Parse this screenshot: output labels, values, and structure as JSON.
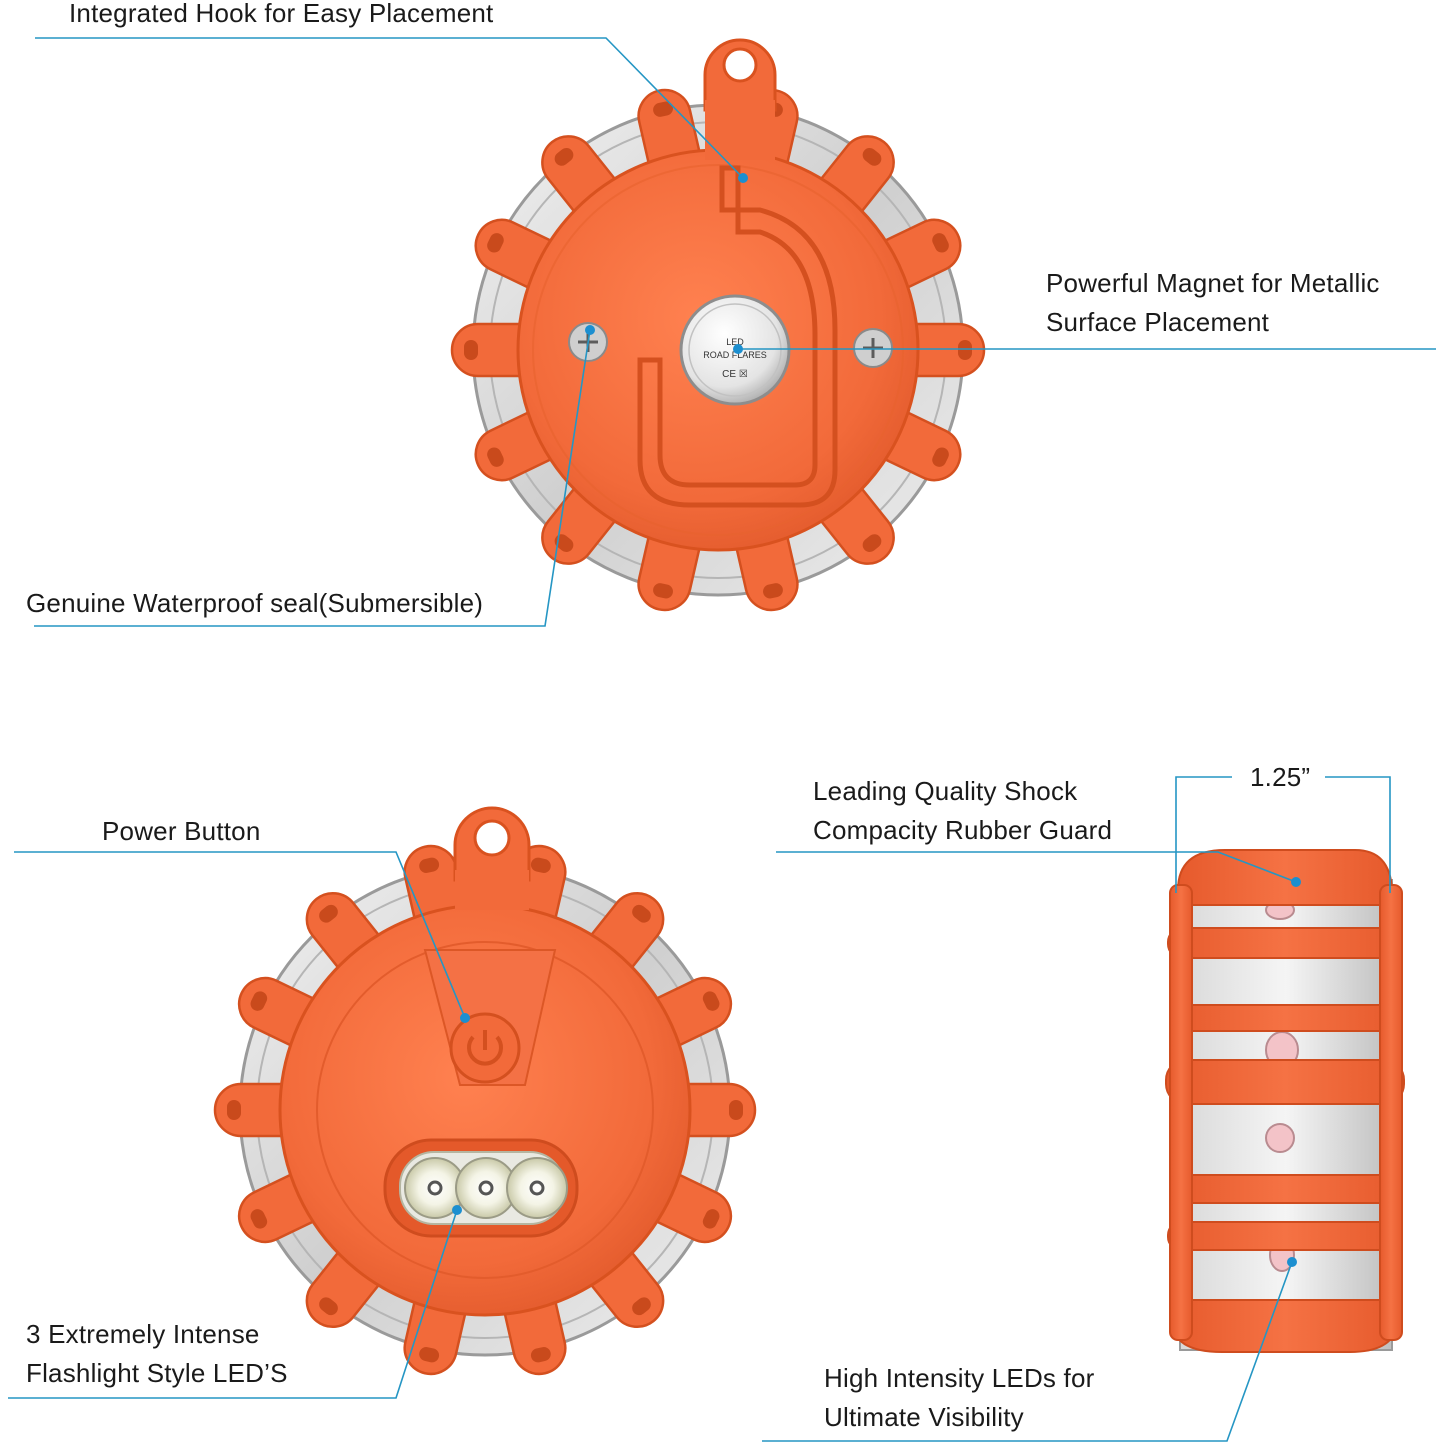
{
  "callouts": {
    "hook": "Integrated Hook for Easy Placement",
    "magnet_line1": "Powerful Magnet for  Metallic",
    "magnet_line2": "Surface Placement",
    "seal": "Genuine Waterproof seal(Submersible)",
    "power": "Power Button",
    "flash_line1": "3 Extremely Intense",
    "flash_line2": "Flashlight Style LED’S",
    "guard_line1": "Leading Quality Shock",
    "guard_line2": "Compacity Rubber Guard",
    "leds_line1": "High Intensity LEDs for",
    "leds_line2": "Ultimate Visibility",
    "dimension": "1.25”"
  },
  "magnet_badge": {
    "line1": "LED",
    "line2": "ROAD  FLARES",
    "marks": "CE ☒"
  },
  "colors": {
    "flare_orange": "#f26a3a",
    "leader_blue": "#2596c4",
    "dot_blue": "#1c8fd0"
  }
}
